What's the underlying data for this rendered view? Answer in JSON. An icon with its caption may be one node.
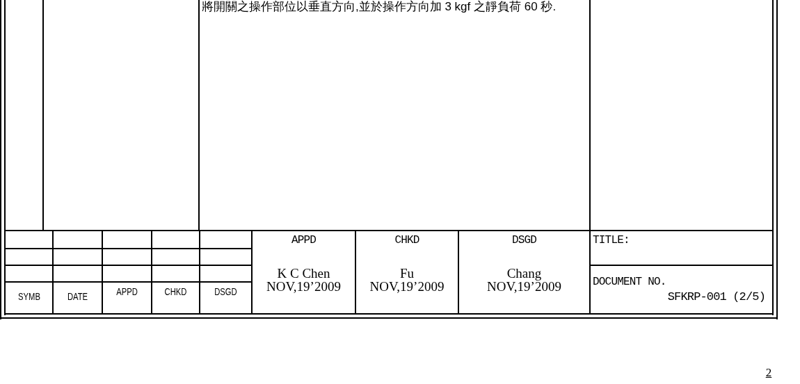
{
  "diagram": {
    "labels": [
      "將開關之操作部位以垂直方向,並於操作方向加 3 kgf 之靜負荷 60 秒.",
      "SYMB",
      "DATE",
      "APPD",
      "CHKD",
      "DSGD",
      "APPD",
      "CHKD",
      "DSGD",
      "K C Chen",
      "NOV,19’2009",
      "Fu",
      "NOV,19’2009",
      "Chang",
      "NOV,19’2009",
      "TITLE:",
      "DOCUMENT NO.",
      "SFKRP-001 (2/5)",
      "2"
    ]
  }
}
